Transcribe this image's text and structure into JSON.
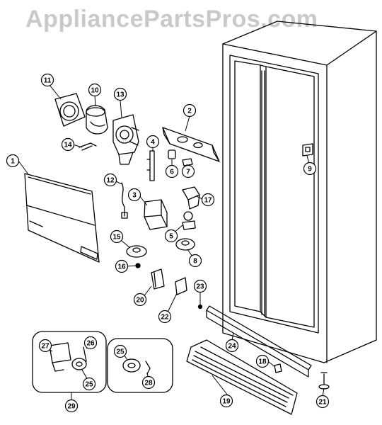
{
  "watermark": "AppliancePartsPros.com",
  "callouts": [
    {
      "label": "1"
    },
    {
      "label": "2"
    },
    {
      "label": "3"
    },
    {
      "label": "4"
    },
    {
      "label": "5"
    },
    {
      "label": "6"
    },
    {
      "label": "7"
    },
    {
      "label": "8"
    },
    {
      "label": "9"
    },
    {
      "label": "10"
    },
    {
      "label": "11"
    },
    {
      "label": "12"
    },
    {
      "label": "13"
    },
    {
      "label": "14"
    },
    {
      "label": "15"
    },
    {
      "label": "16"
    },
    {
      "label": "17"
    },
    {
      "label": "18"
    },
    {
      "label": "19"
    },
    {
      "label": "20"
    },
    {
      "label": "21"
    },
    {
      "label": "22"
    },
    {
      "label": "23"
    },
    {
      "label": "24"
    },
    {
      "label": "25"
    },
    {
      "label": "26"
    },
    {
      "label": "27"
    },
    {
      "label": "25"
    },
    {
      "label": "28"
    },
    {
      "label": "29"
    }
  ]
}
